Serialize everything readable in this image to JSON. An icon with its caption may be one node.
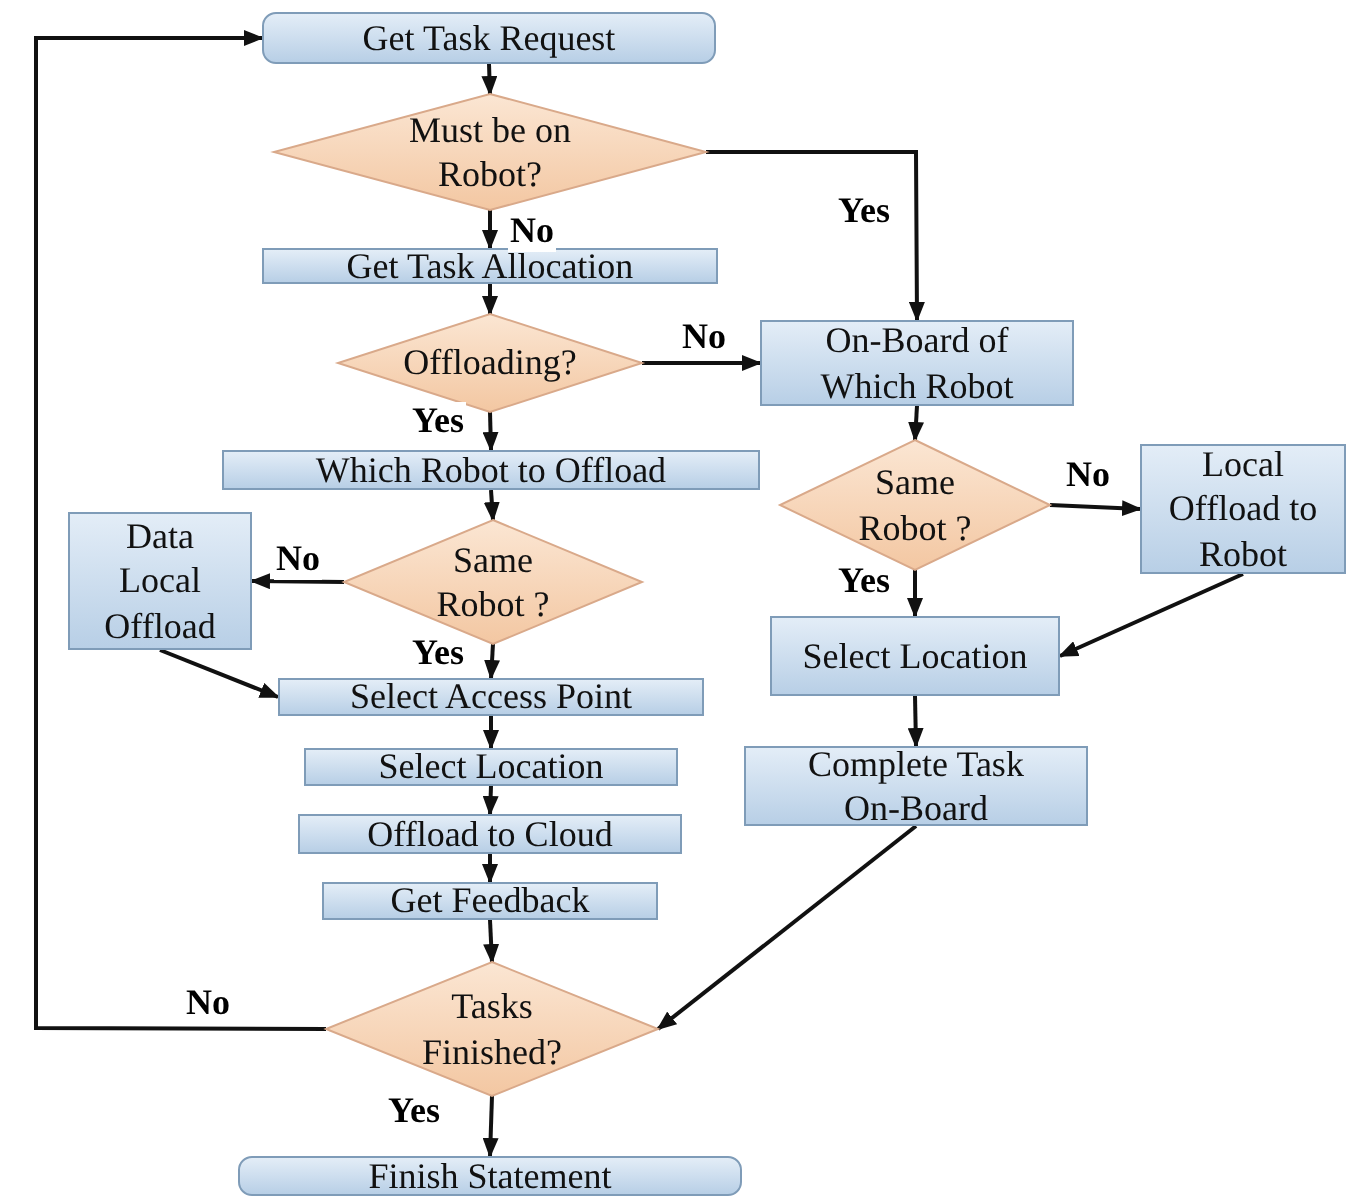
{
  "diagram": {
    "nodes": [
      {
        "text": [
          "Get Task Request"
        ]
      },
      {
        "text": [
          "Must be on Robot?"
        ]
      },
      {
        "text": [
          "Get Task Allocation"
        ]
      },
      {
        "text": [
          "Offloading?"
        ]
      },
      {
        "text": [
          "On-Board of Which Robot"
        ]
      },
      {
        "text": [
          "Which Robot to Offload"
        ]
      },
      {
        "text": [
          "Same Robot ?"
        ]
      },
      {
        "text": [
          "Local Offload to Robot"
        ]
      },
      {
        "text": [
          "Data Local Offload"
        ]
      },
      {
        "text": [
          "Same Robot ?"
        ]
      },
      {
        "text": [
          "Select Location"
        ]
      },
      {
        "text": [
          "Select Access Point"
        ]
      },
      {
        "text": [
          "Complete Task On-Board"
        ]
      },
      {
        "text": [
          "Select Location"
        ]
      },
      {
        "text": [
          "Offload to Cloud"
        ]
      },
      {
        "text": [
          "Get Feedback"
        ]
      },
      {
        "text": [
          "Tasks Finished?"
        ]
      },
      {
        "text": [
          "Finish Statement"
        ]
      }
    ],
    "edges": [
      {
        "from": 0,
        "to": 1,
        "arrow": "to"
      },
      {
        "from": 1,
        "to": 2,
        "arrow": "to",
        "label": "No"
      },
      {
        "from": 1,
        "to": 4,
        "arrow": "to",
        "label": "Yes"
      },
      {
        "from": 2,
        "to": 3,
        "arrow": "to"
      },
      {
        "from": 3,
        "to": 4,
        "arrow": "to",
        "label": "No"
      },
      {
        "from": 3,
        "to": 5,
        "arrow": "to",
        "label": "Yes"
      },
      {
        "from": 4,
        "to": 6,
        "arrow": "to"
      },
      {
        "from": 5,
        "to": 9,
        "arrow": "to"
      },
      {
        "from": 6,
        "to": 7,
        "arrow": "to",
        "label": "No"
      },
      {
        "from": 6,
        "to": 10,
        "arrow": "to",
        "label": "Yes"
      },
      {
        "from": 7,
        "to": 10,
        "arrow": "to"
      },
      {
        "from": 9,
        "to": 8,
        "arrow": "to",
        "label": "No"
      },
      {
        "from": 9,
        "to": 11,
        "arrow": "to",
        "label": "Yes"
      },
      {
        "from": 8,
        "to": 11,
        "arrow": "to"
      },
      {
        "from": 10,
        "to": 12,
        "arrow": "to"
      },
      {
        "from": 11,
        "to": 13,
        "arrow": "to"
      },
      {
        "from": 13,
        "to": 14,
        "arrow": "to"
      },
      {
        "from": 14,
        "to": 15,
        "arrow": "to"
      },
      {
        "from": 15,
        "to": 16,
        "arrow": "to"
      },
      {
        "from": 12,
        "to": 16,
        "arrow": "to"
      },
      {
        "from": 16,
        "to": 0,
        "arrow": "to",
        "label": "No"
      },
      {
        "from": 16,
        "to": 17,
        "arrow": "to",
        "label": "Yes"
      }
    ]
  }
}
